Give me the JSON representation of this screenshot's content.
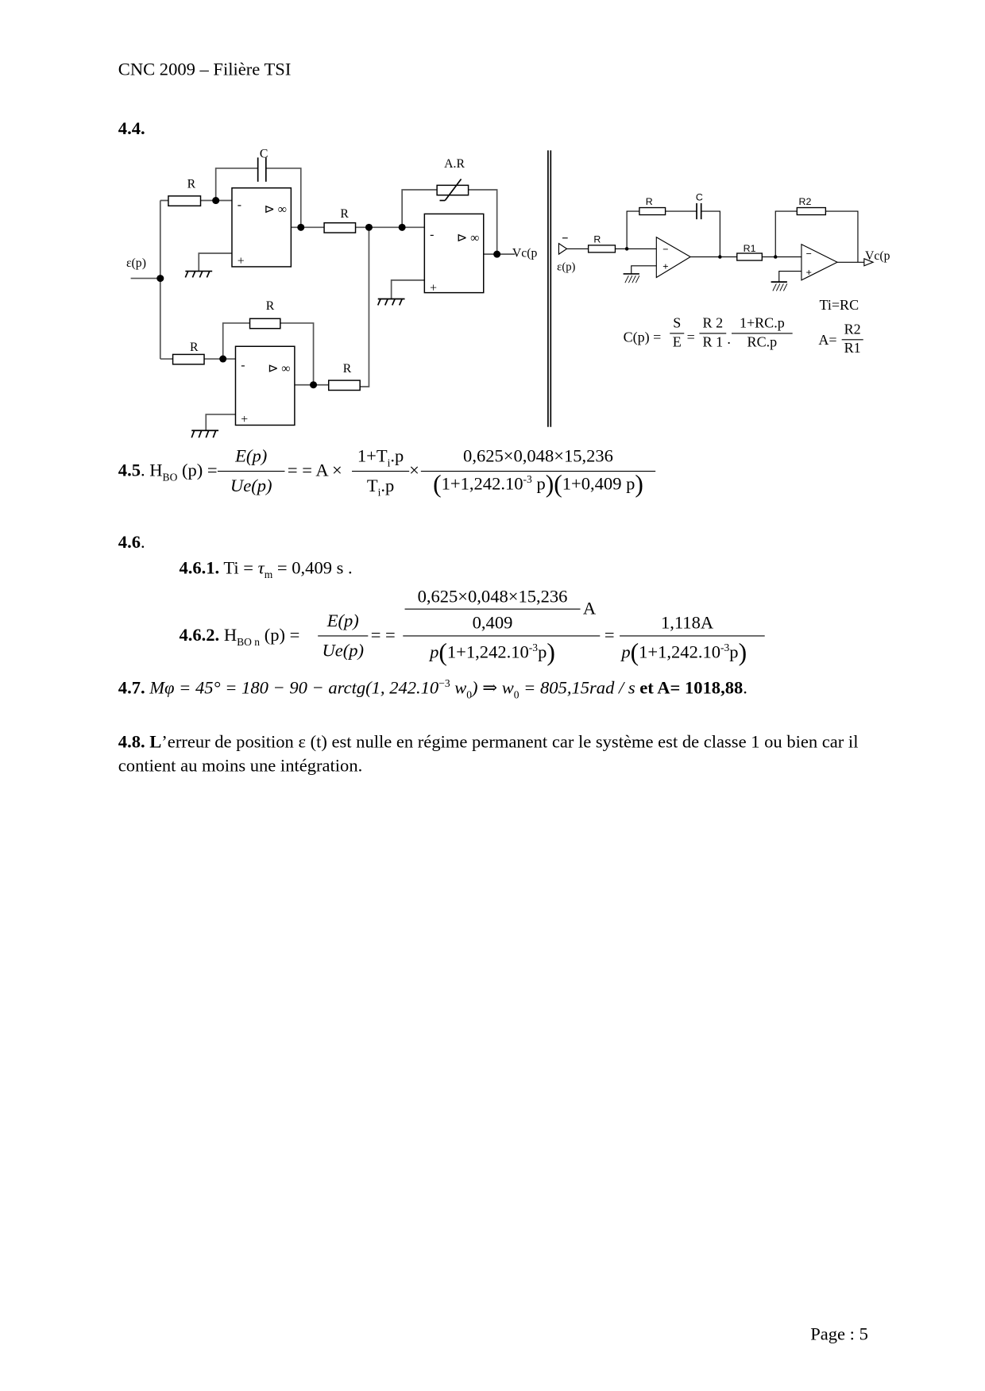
{
  "header": {
    "title": "CNC 2009 – Filière TSI"
  },
  "s44": {
    "label": "4.4.",
    "left_circuit": {
      "input": "ε(p)",
      "cap": "C",
      "r_top_in": "R",
      "r_mid": "R",
      "r_var": "A.R",
      "output": "Vc(p",
      "r_bot_fb": "R",
      "r_bot_in": "R",
      "r_bot_out": "R",
      "opamp_minus": "-",
      "opamp_plus": "+",
      "opamp_sym": "⊳ ∞"
    },
    "right_circuit": {
      "input": "ε(p)",
      "r_in": "R",
      "r_fb": "R",
      "cap": "C",
      "r1": "R1",
      "r2": "R2",
      "output": "Vc(p",
      "minus": "−",
      "plus": "+"
    },
    "formula": {
      "lhs": "C(p) =",
      "s": "S",
      "e": "E",
      "eq": "=",
      "r2": "R 2",
      "r1": "R 1",
      "dot": ".",
      "num": "1+RC.p",
      "den": "RC.p",
      "ti": "Ti=RC",
      "a_lhs": "A=",
      "a_num": "R2",
      "a_den": "R1"
    }
  },
  "s45": {
    "label": "4.5",
    "h": "H",
    "h_sub": "BO",
    "h_arg": "(p) =",
    "ep": "E(p)",
    "uep": "Ue(p)",
    "mid": "= = A ×",
    "num1": "1+T",
    "num1_sub": "i",
    "num1_end": ".p",
    "den1": "T",
    "den1_sub": "i",
    "den1_end": ".p",
    "times": "×",
    "num2": "0,625×0,048×15,236",
    "den2_a": "1+1,242.10",
    "den2_exp": "-3",
    "den2_b": " p",
    "den2_c": "1+0,409 p"
  },
  "s46": {
    "label": "4.6",
    "s461_label": "4.6.1.",
    "s461_text": "Ti = ",
    "tau": "τ",
    "tau_sub": "m",
    "s461_rest": " = 0,409 s   .",
    "s462_label": "4.6.2.",
    "h": "H",
    "h_sub": "BO n",
    "h_arg": "(p) =",
    "ep": "E(p)",
    "uep": "Ue(p)",
    "eqeq": "= =",
    "inner_num": "0,625×0,048×15,236",
    "inner_den": "0,409",
    "a": "A",
    "den_p": "p",
    "den_a": "1+1,242.10",
    "den_exp": "-3",
    "den_b": "p",
    "eq": "=",
    "num_r": "1,118A"
  },
  "s47": {
    "label": "4.7.",
    "text_a": "Mφ = 45° = 180 − 90 − arctg(1, 242.10",
    "exp": "−3",
    "text_b": " w",
    "w_sub": "0",
    "text_c": ") ⇒ w",
    "w2_sub": "0",
    "text_d": " = 805,15rad / s",
    "bold_tail": "  et A= 1018,88",
    "end": "."
  },
  "s48": {
    "label": "4.8. L",
    "text": "’erreur de position ε (t) est nulle en régime permanent car le système est de classe 1 ou bien car il contient au moins une intégration."
  },
  "footer": {
    "page": "Page : 5"
  }
}
